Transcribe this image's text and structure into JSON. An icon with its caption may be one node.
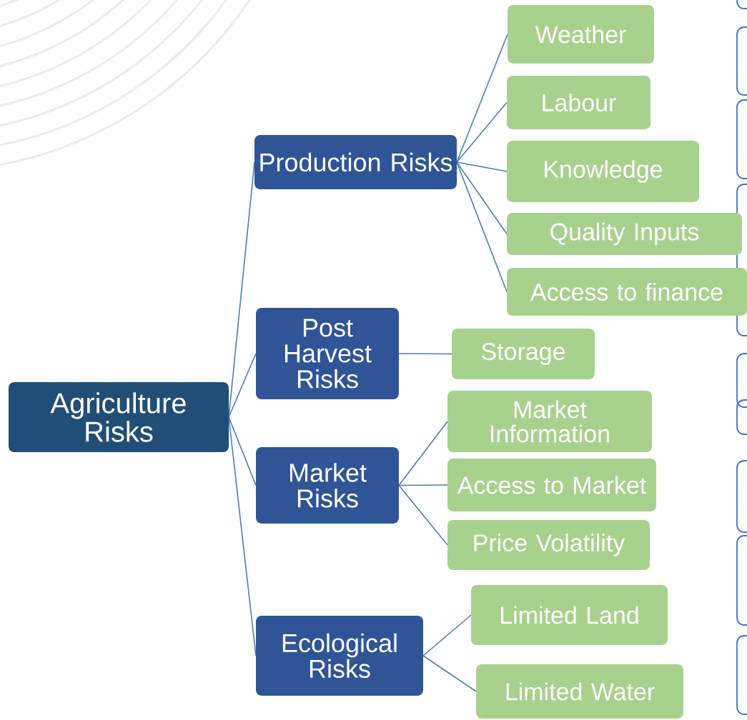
{
  "diagram": {
    "nodes": [
      {
        "text": [
          "Agriculture Risks"
        ]
      },
      {
        "text": [
          "Production Risks"
        ]
      },
      {
        "text": [
          "Post Harvest Risks"
        ]
      },
      {
        "text": [
          "Market Risks"
        ]
      },
      {
        "text": [
          "Ecological Risks"
        ]
      },
      {
        "text": [
          "Weather"
        ]
      },
      {
        "text": [
          "Labour"
        ]
      },
      {
        "text": [
          "Knowledge"
        ]
      },
      {
        "text": [
          "Quality Inputs"
        ]
      },
      {
        "text": [
          "Access to finance"
        ]
      },
      {
        "text": [
          "Storage"
        ]
      },
      {
        "text": [
          "Market Information"
        ]
      },
      {
        "text": [
          "Access to Market"
        ]
      },
      {
        "text": [
          "Price Volatility"
        ]
      },
      {
        "text": [
          "Limited Land"
        ]
      },
      {
        "text": [
          "Limited Water"
        ]
      }
    ],
    "edges": [
      {
        "from": 0,
        "to": 1,
        "arrow": "none"
      },
      {
        "from": 0,
        "to": 2,
        "arrow": "none"
      },
      {
        "from": 0,
        "to": 3,
        "arrow": "none"
      },
      {
        "from": 0,
        "to": 4,
        "arrow": "none"
      },
      {
        "from": 1,
        "to": 5,
        "arrow": "none"
      },
      {
        "from": 1,
        "to": 6,
        "arrow": "none"
      },
      {
        "from": 1,
        "to": 7,
        "arrow": "none"
      },
      {
        "from": 1,
        "to": 8,
        "arrow": "none"
      },
      {
        "from": 1,
        "to": 9,
        "arrow": "none"
      },
      {
        "from": 2,
        "to": 10,
        "arrow": "none"
      },
      {
        "from": 3,
        "to": 11,
        "arrow": "none"
      },
      {
        "from": 3,
        "to": 12,
        "arrow": "none"
      },
      {
        "from": 3,
        "to": 13,
        "arrow": "none"
      },
      {
        "from": 4,
        "to": 14,
        "arrow": "none"
      },
      {
        "from": 4,
        "to": 15,
        "arrow": "none"
      }
    ]
  }
}
